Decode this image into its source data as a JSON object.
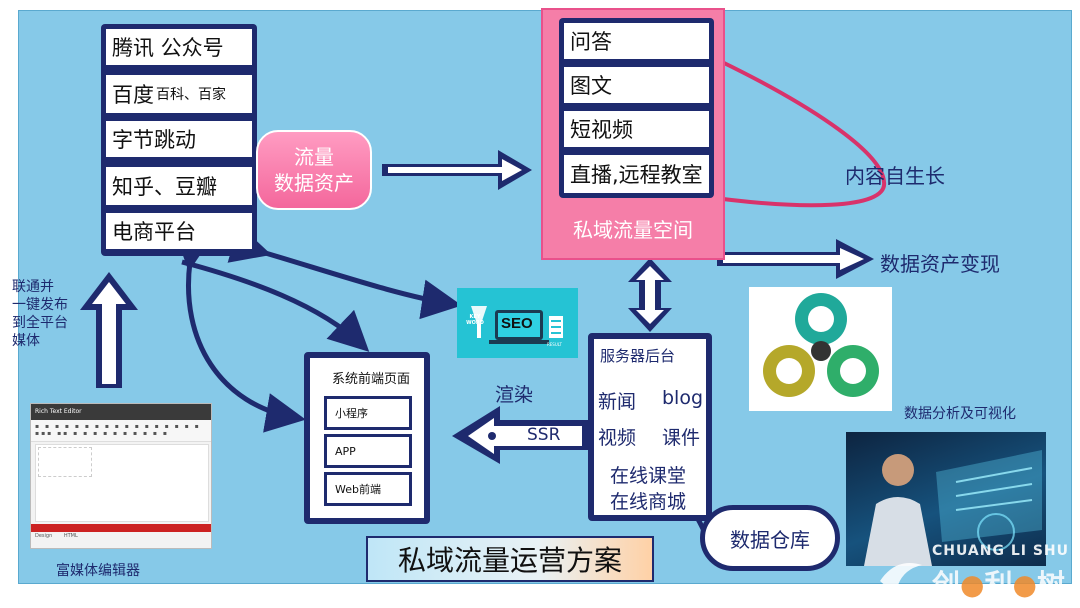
{
  "sources": {
    "items": [
      {
        "label": "腾讯 公众号",
        "sub": ""
      },
      {
        "label": "百度",
        "sub": "百科、百家"
      },
      {
        "label": "字节跳动",
        "sub": ""
      },
      {
        "label": "知乎、豆瓣",
        "sub": ""
      },
      {
        "label": "电商平台",
        "sub": ""
      }
    ]
  },
  "traffic_pill": {
    "line1": "流量",
    "line2": "数据资产"
  },
  "private_space": {
    "items": [
      "问答",
      "图文",
      "短视频",
      "直播,远程教室"
    ],
    "caption": "私域流量空间"
  },
  "content_growth_label": "内容自生长",
  "monetize_label": "数据资产变现",
  "publish_label": [
    "联通并",
    "一键发布",
    "到全平台",
    "媒体"
  ],
  "editor": {
    "window_title": "Rich Text Editor",
    "tab_design": "Design",
    "tab_html": "HTML",
    "caption": "富媒体编辑器"
  },
  "seo": {
    "badge": "SEO",
    "key_text": "KEY WORD",
    "result_text": "RESULT"
  },
  "frontend": {
    "title": "系统前端页面",
    "items": [
      "小程序",
      "APP",
      "Web前端"
    ]
  },
  "render_label": "渲染",
  "ssr_label": "SSR",
  "server": {
    "title": "服务器后台",
    "row1": [
      "新闻",
      "blog"
    ],
    "row2": [
      "视频",
      "课件"
    ],
    "row3": "在线课堂",
    "row4": "在线商城"
  },
  "warehouse_label": "数据仓库",
  "analytics_caption": "数据分析及可视化",
  "main_title": "私域流量运营方案",
  "watermark": {
    "latin": "CHUANG LI SHU",
    "cn_a": "创",
    "cn_b": "利",
    "cn_c": "树"
  },
  "colors": {
    "navy": "#1e2a6e",
    "sky": "#86c9e8",
    "pink": "#f57ea8",
    "magenta_curve": "#d8336b"
  }
}
